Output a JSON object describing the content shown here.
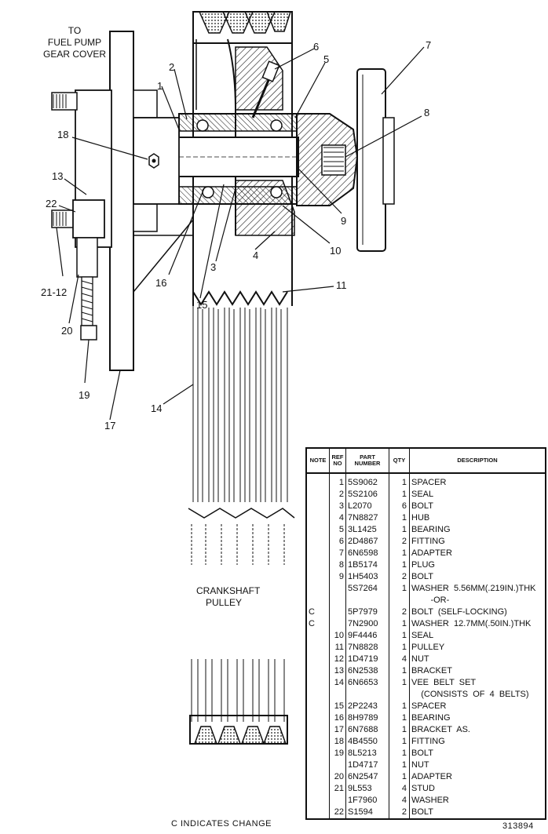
{
  "header_labels": {
    "fuel_pump_line1": "TO",
    "fuel_pump_line2": "FUEL PUMP",
    "fuel_pump_line3": "GEAR COVER"
  },
  "pulley_label": {
    "line1": "CRANKSHAFT",
    "line2": "PULLEY"
  },
  "callouts": [
    "1",
    "2",
    "3",
    "4",
    "5",
    "6",
    "7",
    "8",
    "9",
    "10",
    "11",
    "13",
    "14",
    "15",
    "16",
    "17",
    "18",
    "19",
    "20",
    "21-12",
    "22"
  ],
  "table": {
    "headers": {
      "note": "NOTE",
      "ref_no_1": "REF",
      "ref_no_2": "NO",
      "part_1": "PART",
      "part_2": "NUMBER",
      "qty": "QTY",
      "description": "DESCRIPTION"
    },
    "rows": [
      {
        "note": "",
        "ref": "1",
        "part": "5S9062",
        "qty": "1",
        "desc": "SPACER"
      },
      {
        "note": "",
        "ref": "2",
        "part": "5S2106",
        "qty": "1",
        "desc": "SEAL"
      },
      {
        "note": "",
        "ref": "3",
        "part": "L2070",
        "qty": "6",
        "desc": "BOLT"
      },
      {
        "note": "",
        "ref": "4",
        "part": "7N8827",
        "qty": "1",
        "desc": "HUB"
      },
      {
        "note": "",
        "ref": "5",
        "part": "3L1425",
        "qty": "1",
        "desc": "BEARING"
      },
      {
        "note": "",
        "ref": "6",
        "part": "2D4867",
        "qty": "2",
        "desc": "FITTING"
      },
      {
        "note": "",
        "ref": "7",
        "part": "6N6598",
        "qty": "1",
        "desc": "ADAPTER"
      },
      {
        "note": "",
        "ref": "8",
        "part": "1B5174",
        "qty": "1",
        "desc": "PLUG"
      },
      {
        "note": "",
        "ref": "9",
        "part": "1H5403",
        "qty": "2",
        "desc": "BOLT"
      },
      {
        "note": "",
        "ref": "",
        "part": "5S7264",
        "qty": "1",
        "desc": "WASHER  5.56MM(.219IN.)THK"
      },
      {
        "note": "",
        "ref": "",
        "part": "",
        "qty": "",
        "desc": "        -OR-"
      },
      {
        "note": "C",
        "ref": "",
        "part": "5P7979",
        "qty": "2",
        "desc": "BOLT  (SELF-LOCKING)"
      },
      {
        "note": "C",
        "ref": "",
        "part": "7N2900",
        "qty": "1",
        "desc": "WASHER  12.7MM(.50IN.)THK"
      },
      {
        "note": "",
        "ref": "10",
        "part": "9F4446",
        "qty": "1",
        "desc": "SEAL"
      },
      {
        "note": "",
        "ref": "11",
        "part": "7N8828",
        "qty": "1",
        "desc": "PULLEY"
      },
      {
        "note": "",
        "ref": "12",
        "part": "1D4719",
        "qty": "4",
        "desc": "NUT"
      },
      {
        "note": "",
        "ref": "13",
        "part": "6N2538",
        "qty": "1",
        "desc": "BRACKET"
      },
      {
        "note": "",
        "ref": "14",
        "part": "6N6653",
        "qty": "1",
        "desc": "VEE  BELT  SET"
      },
      {
        "note": "",
        "ref": "",
        "part": "",
        "qty": "",
        "desc": "    (CONSISTS  OF  4  BELTS)"
      },
      {
        "note": "",
        "ref": "15",
        "part": "2P2243",
        "qty": "1",
        "desc": "SPACER"
      },
      {
        "note": "",
        "ref": "16",
        "part": "8H9789",
        "qty": "1",
        "desc": "BEARING"
      },
      {
        "note": "",
        "ref": "17",
        "part": "6N7688",
        "qty": "1",
        "desc": "BRACKET  AS."
      },
      {
        "note": "",
        "ref": "18",
        "part": "4B4550",
        "qty": "1",
        "desc": "FITTING"
      },
      {
        "note": "",
        "ref": "19",
        "part": "8L5213",
        "qty": "1",
        "desc": "BOLT"
      },
      {
        "note": "",
        "ref": "",
        "part": "1D4717",
        "qty": "1",
        "desc": "NUT"
      },
      {
        "note": "",
        "ref": "20",
        "part": "6N2547",
        "qty": "1",
        "desc": "ADAPTER"
      },
      {
        "note": "",
        "ref": "21",
        "part": "9L553",
        "qty": "4",
        "desc": "STUD"
      },
      {
        "note": "",
        "ref": "",
        "part": "1F7960",
        "qty": "4",
        "desc": "WASHER"
      },
      {
        "note": "",
        "ref": "22",
        "part": "S1594",
        "qty": "2",
        "desc": "BOLT"
      }
    ]
  },
  "footer": {
    "change_note": "C    INDICATES  CHANGE",
    "figure_number": "313894"
  }
}
